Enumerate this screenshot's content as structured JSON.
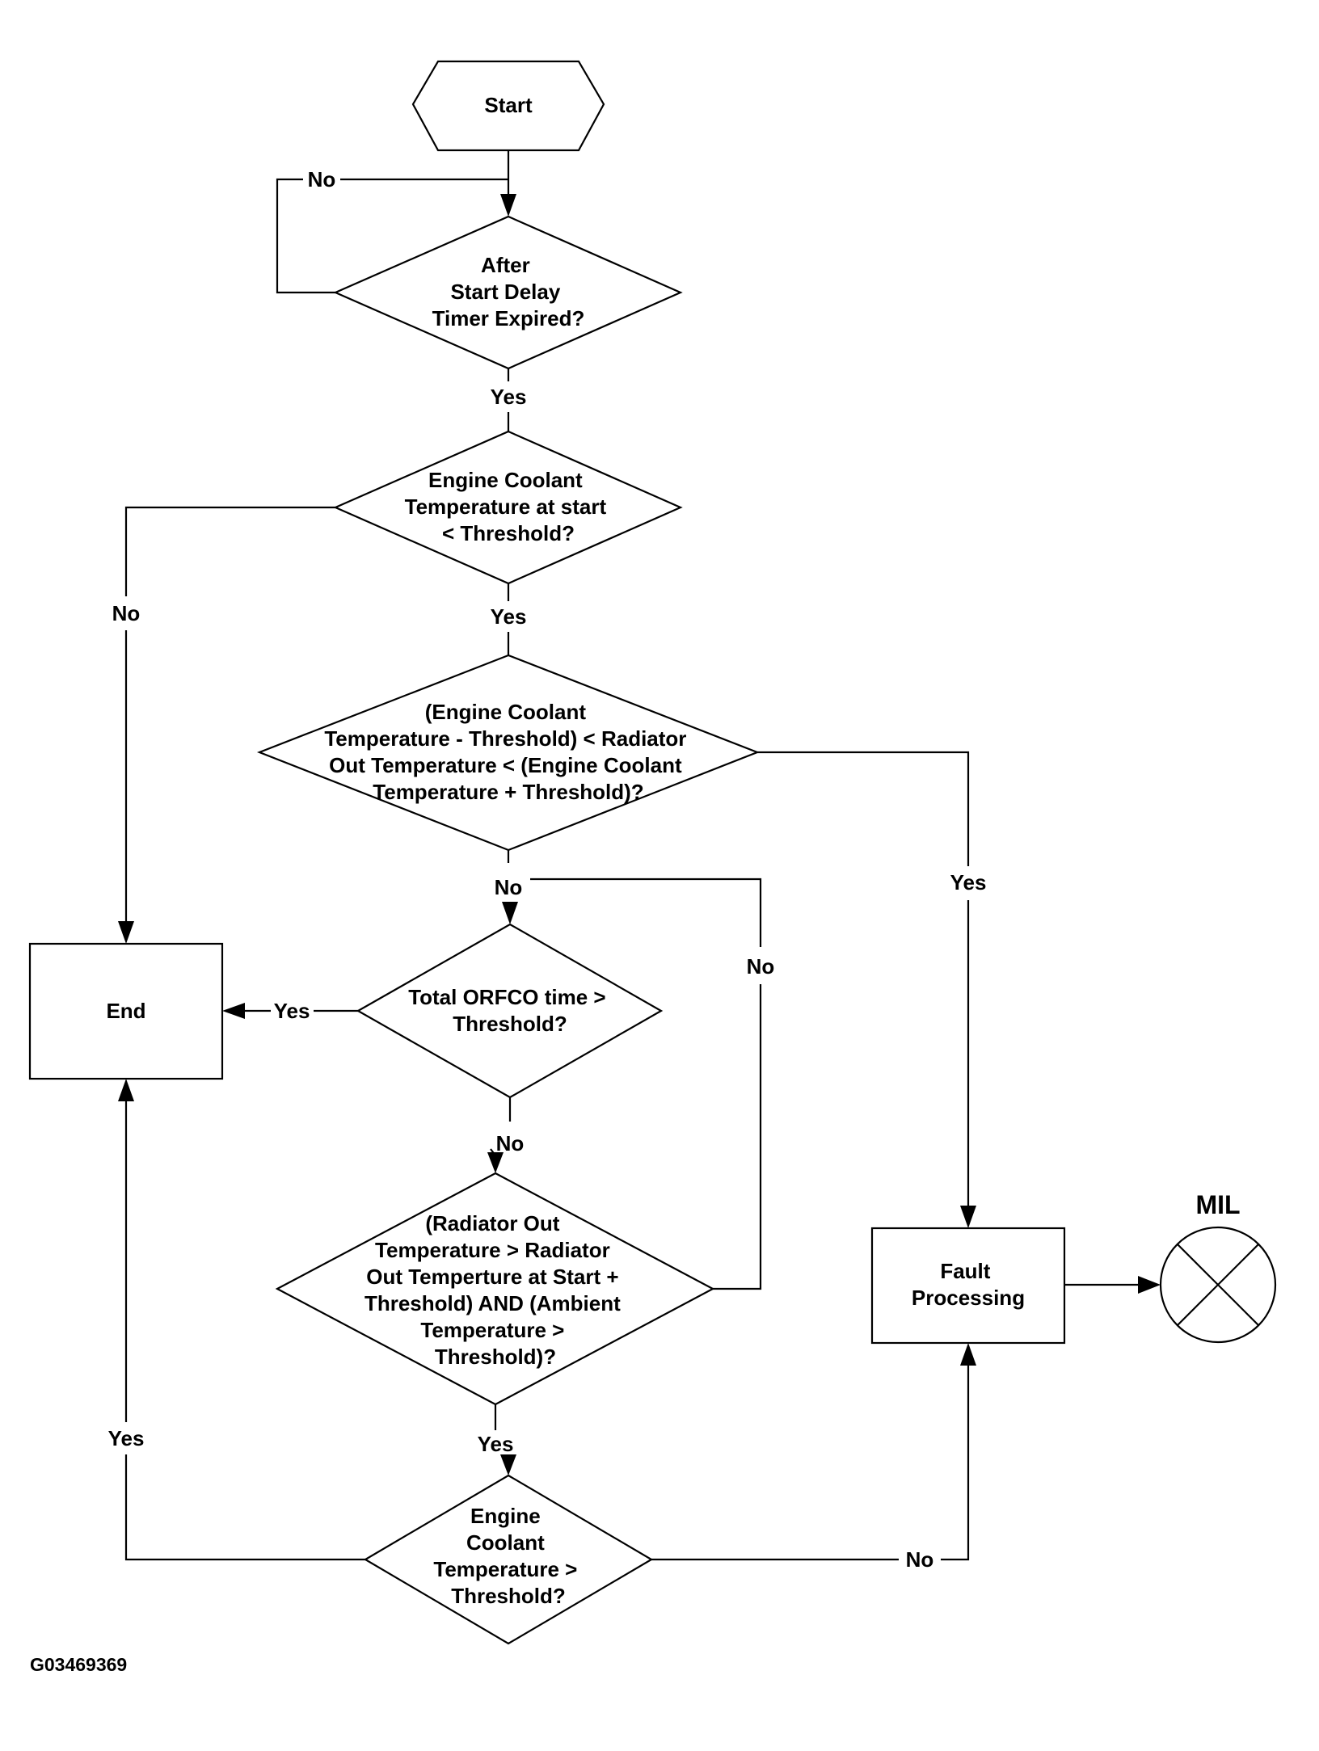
{
  "diagram_id": "G03469369",
  "nodes": {
    "start": {
      "type": "hexagon",
      "lines": [
        "Start"
      ]
    },
    "after_start_delay": {
      "type": "decision",
      "lines": [
        "After",
        "Start Delay",
        "Timer Expired?"
      ]
    },
    "coolant_at_start": {
      "type": "decision",
      "lines": [
        "Engine Coolant",
        "Temperature at start",
        "< Threshold?"
      ]
    },
    "radiator_window": {
      "type": "decision",
      "lines": [
        "(Engine Coolant",
        "Temperature - Threshold) < Radiator",
        "Out Temperature < (Engine Coolant",
        "Temperature + Threshold)?"
      ]
    },
    "orfco_time": {
      "type": "decision",
      "lines": [
        "Total ORFCO time >",
        "Threshold?"
      ]
    },
    "radiator_and_ambient": {
      "type": "decision",
      "lines": [
        "(Radiator Out",
        "Temperature > Radiator",
        "Out Temperture at Start +",
        "Threshold) AND (Ambient",
        "Temperature >",
        "Threshold)?"
      ]
    },
    "coolant_final": {
      "type": "decision",
      "lines": [
        "Engine",
        "Coolant",
        "Temperature >",
        "Threshold?"
      ]
    },
    "end": {
      "type": "process",
      "lines": [
        "End"
      ]
    },
    "fault_processing": {
      "type": "process",
      "lines": [
        "Fault",
        "Processing"
      ]
    },
    "mil": {
      "type": "indicator",
      "label": "MIL"
    }
  },
  "edges": [
    {
      "from": "start",
      "to": "after_start_delay",
      "label": ""
    },
    {
      "from": "after_start_delay",
      "to": "after_start_delay",
      "label": "No"
    },
    {
      "from": "after_start_delay",
      "to": "coolant_at_start",
      "label": "Yes"
    },
    {
      "from": "coolant_at_start",
      "to": "end",
      "label": "No"
    },
    {
      "from": "coolant_at_start",
      "to": "radiator_window",
      "label": "Yes"
    },
    {
      "from": "radiator_window",
      "to": "fault_processing",
      "label": "Yes"
    },
    {
      "from": "radiator_window",
      "to": "orfco_time",
      "label": "No"
    },
    {
      "from": "orfco_time",
      "to": "end",
      "label": "Yes"
    },
    {
      "from": "orfco_time",
      "to": "radiator_and_ambient",
      "label": "No"
    },
    {
      "from": "radiator_and_ambient",
      "to": "orfco_time",
      "label": "No"
    },
    {
      "from": "radiator_and_ambient",
      "to": "coolant_final",
      "label": "Yes"
    },
    {
      "from": "coolant_final",
      "to": "end",
      "label": "Yes"
    },
    {
      "from": "coolant_final",
      "to": "fault_processing",
      "label": "No"
    },
    {
      "from": "fault_processing",
      "to": "mil",
      "label": ""
    }
  ]
}
